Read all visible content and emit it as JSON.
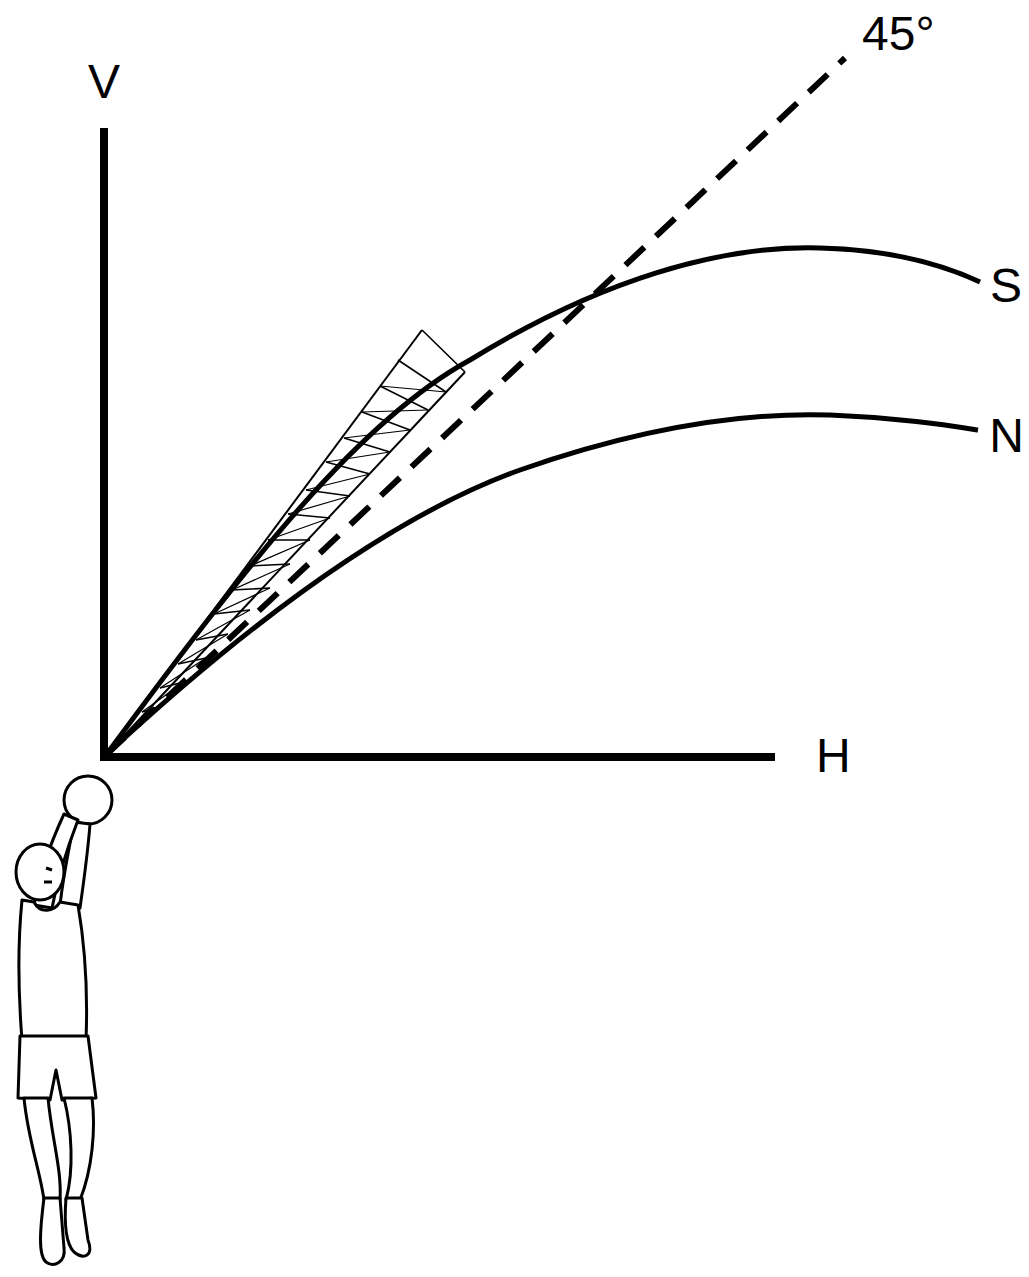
{
  "diagram": {
    "labels": [
      "V",
      "45°",
      "S",
      "N",
      "H"
    ]
  }
}
